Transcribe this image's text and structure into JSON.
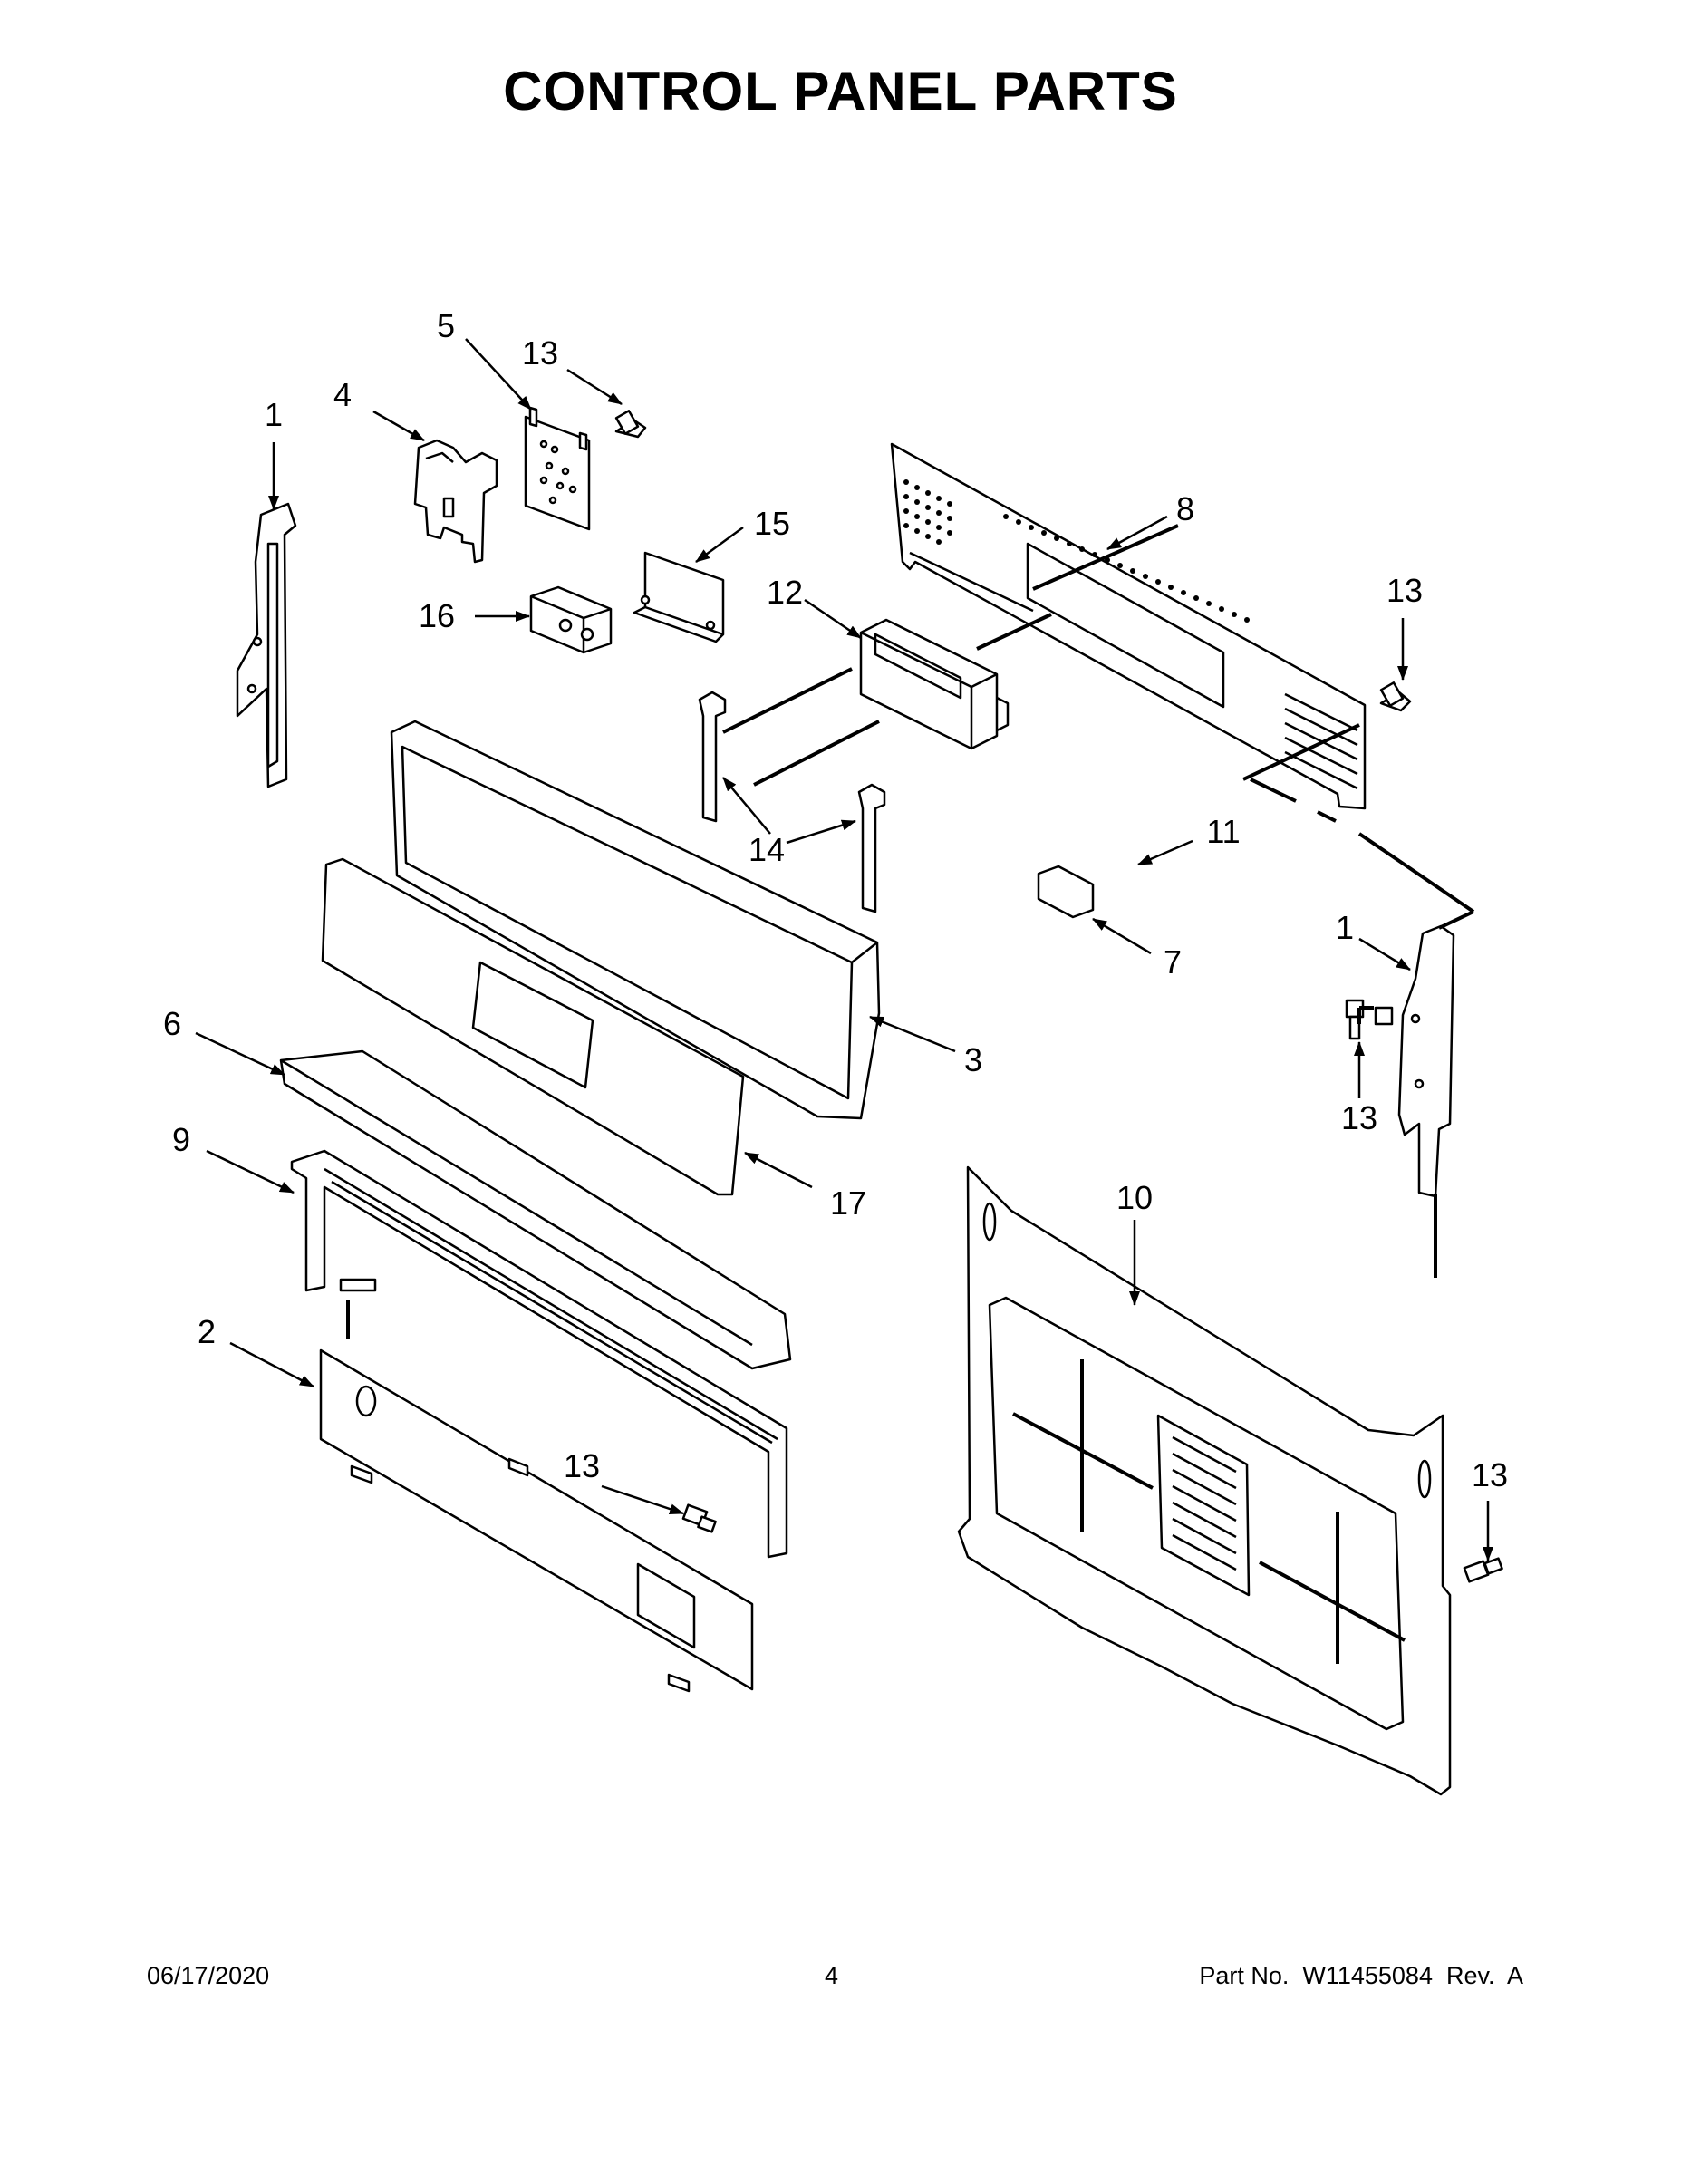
{
  "page": {
    "title": "CONTROL PANEL PARTS"
  },
  "callouts": [
    {
      "id": "c-1-left",
      "label": "1"
    },
    {
      "id": "c-4",
      "label": "4"
    },
    {
      "id": "c-5",
      "label": "5"
    },
    {
      "id": "c-13-top",
      "label": "13"
    },
    {
      "id": "c-15",
      "label": "15"
    },
    {
      "id": "c-16",
      "label": "16"
    },
    {
      "id": "c-12",
      "label": "12"
    },
    {
      "id": "c-8",
      "label": "8"
    },
    {
      "id": "c-13-right",
      "label": "13"
    },
    {
      "id": "c-14",
      "label": "14"
    },
    {
      "id": "c-11",
      "label": "11"
    },
    {
      "id": "c-7",
      "label": "7"
    },
    {
      "id": "c-1-right",
      "label": "1"
    },
    {
      "id": "c-13-mid",
      "label": "13"
    },
    {
      "id": "c-6",
      "label": "6"
    },
    {
      "id": "c-3",
      "label": "3"
    },
    {
      "id": "c-9",
      "label": "9"
    },
    {
      "id": "c-17",
      "label": "17"
    },
    {
      "id": "c-10",
      "label": "10"
    },
    {
      "id": "c-2",
      "label": "2"
    },
    {
      "id": "c-13-bottom-left",
      "label": "13"
    },
    {
      "id": "c-13-bottom-right",
      "label": "13"
    }
  ],
  "footer": {
    "date": "06/17/2020",
    "page_number": "4",
    "part_number": "Part No.  W11455084  Rev.  A"
  },
  "colors": {
    "line": "#000000",
    "part_fill": "#ffffff",
    "background": "#ffffff"
  }
}
